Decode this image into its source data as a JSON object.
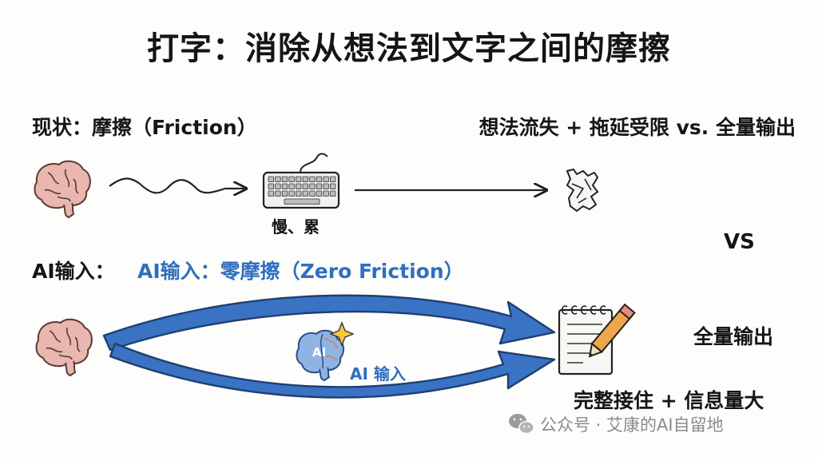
{
  "title": "打字：消除从想法到文字之间的摩擦",
  "status_quo": {
    "label": "现状：摩擦（Friction）",
    "keyboard_caption": "慢、累",
    "result_label": "想法流失 + 拖延受限 vs. 全量输出"
  },
  "vs_label": "VS",
  "ai": {
    "prefix": "AI输入：",
    "label": "AI输入：零摩擦（Zero Friction）",
    "ai_badge": "AI",
    "ai_caption": "AI 输入",
    "output_label": "全量输出",
    "bottom_label": "完整接住 + 信息量大"
  },
  "watermark": "公众号 · 艾康的AI自留地",
  "colors": {
    "text": "#151515",
    "accent_blue": "#2f6fbf",
    "arrow_blue": "#3a72c4",
    "brain_pink": "#e9b6b0",
    "ai_brain_blue": "#8fb4e4",
    "pencil_orange": "#f0a64a",
    "sparkle_yellow": "#f5c842"
  },
  "icons": [
    "brain-icon",
    "keyboard-icon",
    "torn-paper-icon",
    "notepad-icon",
    "pencil-icon",
    "ai-brain-icon",
    "sparkle-icon",
    "wechat-icon"
  ]
}
